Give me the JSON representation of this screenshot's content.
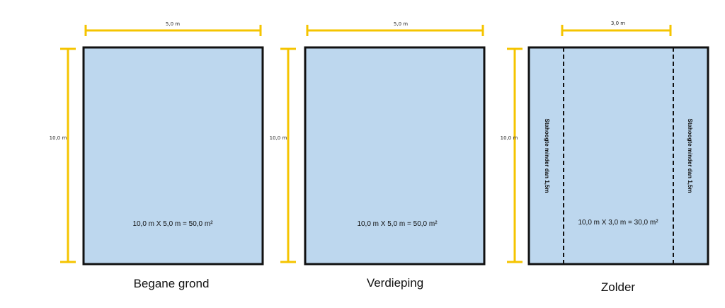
{
  "colors": {
    "room_fill": "#bdd7ee",
    "room_border": "#111111",
    "dimension_line": "#f5c400"
  },
  "floors": [
    {
      "name": "Begane grond",
      "width_label": "5,0 m",
      "height_label": "10,0 m",
      "area_label": "10,0 m X 5,0 m = 50,0 m²"
    },
    {
      "name": "Verdieping",
      "width_label": "5,0 m",
      "height_label": "10,0 m",
      "area_label": "10,0 m X 5,0 m = 50,0 m²"
    },
    {
      "name": "Zolder",
      "width_label": "3,0 m",
      "height_label": "10,0 m",
      "area_label": "10,0 m X 3,0 m = 30,0 m²",
      "left_note": "Stahoogte minder dan 1,5m",
      "right_note": "Stahoogte minder dan 1,5m"
    }
  ]
}
